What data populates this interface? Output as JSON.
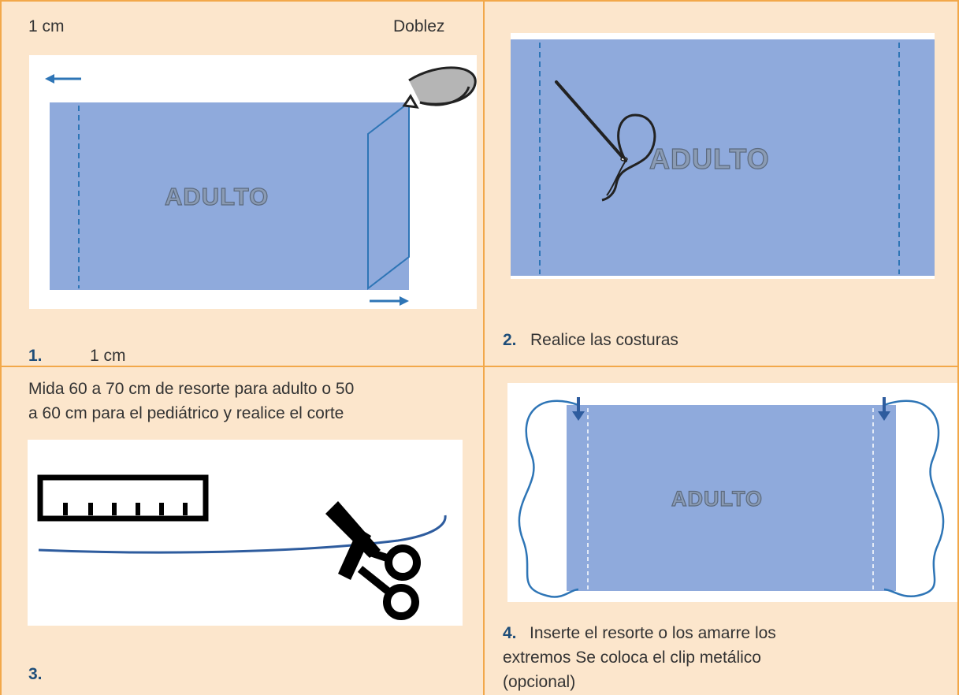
{
  "colors": {
    "cell_bg": "#fce6cc",
    "border": "#f2a84a",
    "fabric": "#8faadc",
    "seam": "#2e75b6",
    "step_number": "#1f4e79"
  },
  "step1": {
    "label_left": "1 cm",
    "label_right": "Doblez",
    "number": "1.",
    "caption": "1 cm",
    "mask_text": "ADULTO"
  },
  "step2": {
    "number": "2.",
    "caption": "Realice las costuras",
    "mask_text": "ADULTO"
  },
  "step3": {
    "instruction_line1": "Mida 60 a 70 cm de resorte para adulto o 50",
    "instruction_line2": "a 60 cm para el pediátrico y realice el corte",
    "number": "3."
  },
  "step4": {
    "number": "4.",
    "caption_line1": "Inserte el resorte o los amarre los",
    "caption_line2": "extremos Se coloca el clip metálico",
    "caption_line3": "(opcional)",
    "mask_text": "ADULTO"
  },
  "icons": {
    "step1_left_arrow": "arrow-left-icon",
    "step1_right_arrow": "arrow-right-icon",
    "step1_fold": "fold-arrow-icon",
    "step2_needle": "needle-thread-icon",
    "step3_ruler": "ruler-icon",
    "step3_scissors": "scissors-icon"
  }
}
